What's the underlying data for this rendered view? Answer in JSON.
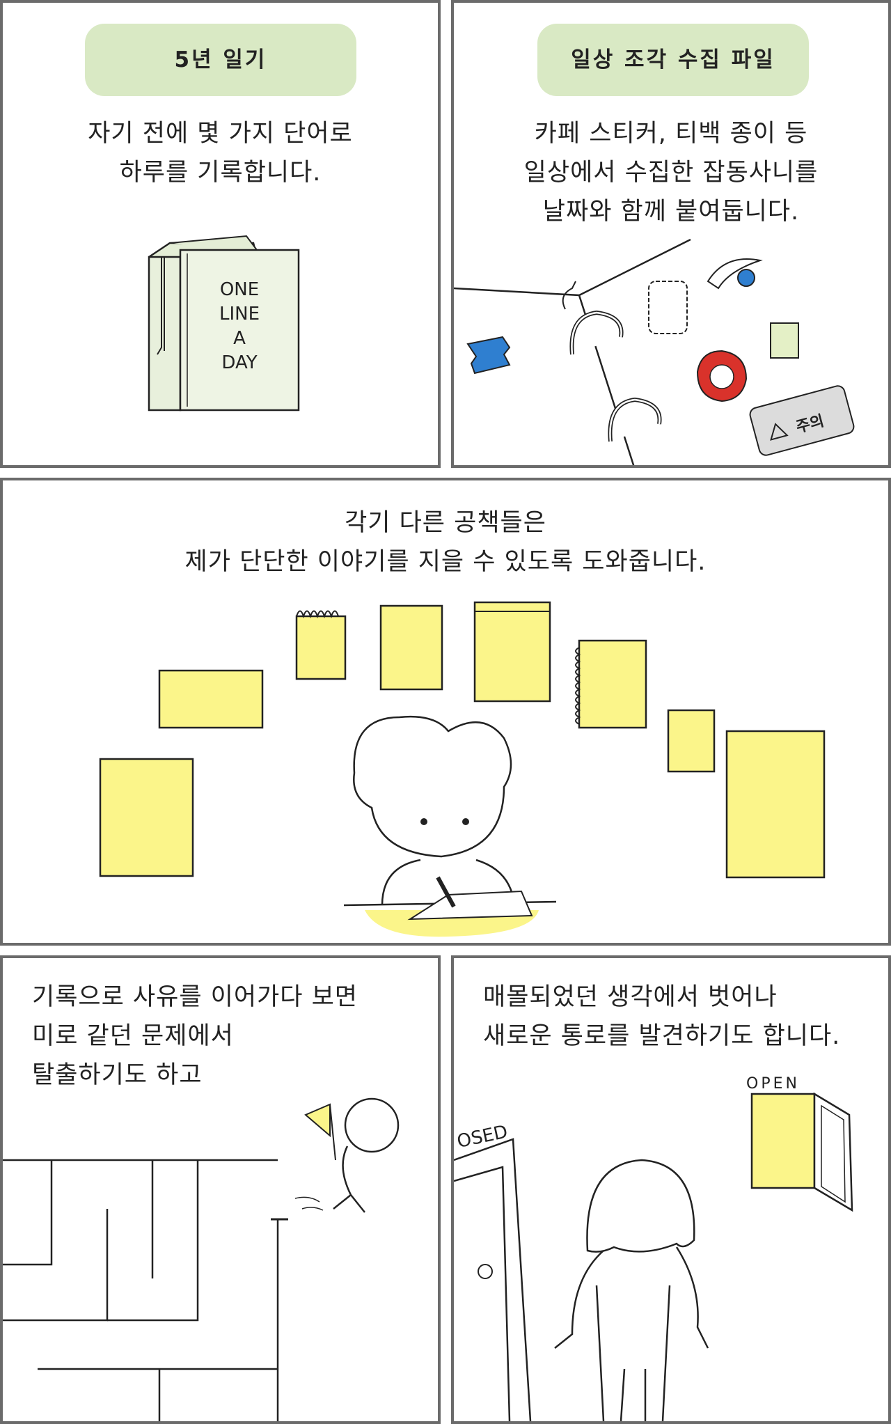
{
  "panels": [
    {
      "title": "5년 일기",
      "lines": [
        "자기 전에 몇 가지 단어로",
        "하루를 기록합니다."
      ],
      "book_text": [
        "ONE",
        "LINE",
        "A",
        "DAY"
      ]
    },
    {
      "title": "일상 조각 수집 파일",
      "lines": [
        "카페 스티커, 티백 종이 등",
        "일상에서 수집한 잡동사니를",
        "날짜와 함께 붙여둡니다."
      ],
      "sticker_text": "주의"
    },
    {
      "lines": [
        "각기 다른 공책들은",
        "제가 단단한 이야기를 지을 수 있도록 도와줍니다."
      ]
    },
    {
      "lines": [
        "기록으로 사유를 이어가다 보면",
        "미로 같던 문제에서",
        "탈출하기도 하고"
      ]
    },
    {
      "lines": [
        "매몰되었던 생각에서 벗어나",
        "새로운 통로를 발견하기도 합니다."
      ],
      "closed_sign": "OSED",
      "open_sign": "OPEN"
    }
  ],
  "colors": {
    "pill": "#d9e9c4",
    "notebook_yellow": "#fbf58a",
    "border": "#6b6b6b",
    "ticket_blue": "#2f7fd0",
    "cat_red": "#d9322b"
  }
}
